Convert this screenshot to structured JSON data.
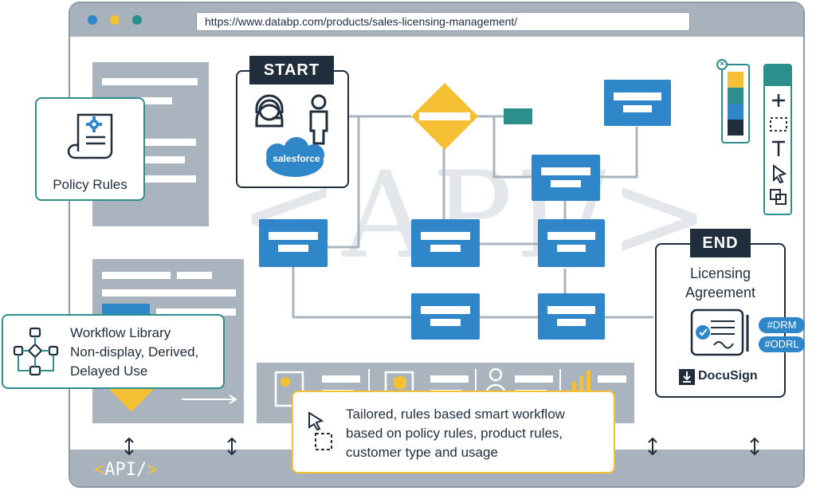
{
  "browser": {
    "url": "https://www.databp.com/products/sales-licensing-management/",
    "dot_colors": [
      "#2f86c9",
      "#f5c033",
      "#2c8f8c"
    ]
  },
  "background_watermark": "<API/>",
  "footer": {
    "api_open": "<",
    "api_word": "API/",
    "api_close": ">"
  },
  "start_card": {
    "label": "START",
    "logo_text": "salesforce"
  },
  "end_card": {
    "label": "END",
    "title_line1": "Licensing",
    "title_line2": "Agreement",
    "tags": [
      "#DRM",
      "#ODRL"
    ],
    "logo_text": "DocuSign"
  },
  "policy_rules": {
    "label": "Policy Rules"
  },
  "workflow_library": {
    "line1": "Workflow Library",
    "line2": "Non-display, Derived,",
    "line3": "Delayed Use"
  },
  "tooltip": {
    "line1": "Tailored, rules based smart workflow",
    "line2": "based on policy rules, product rules,",
    "line3": "customer type and usage"
  },
  "toolbar": {
    "tools": [
      "add-tool",
      "select-tool",
      "text-tool",
      "pointer-tool",
      "layers-tool"
    ]
  },
  "palette": {
    "colors": [
      "#f5c033",
      "#2c8f8c",
      "#2f86c9",
      "#1f2d3d"
    ]
  },
  "colors": {
    "blue": "#2f86c9",
    "yellow": "#f5c033",
    "teal": "#2c8f8c",
    "navy": "#1f2d3d",
    "gray": "#a9b4be"
  }
}
